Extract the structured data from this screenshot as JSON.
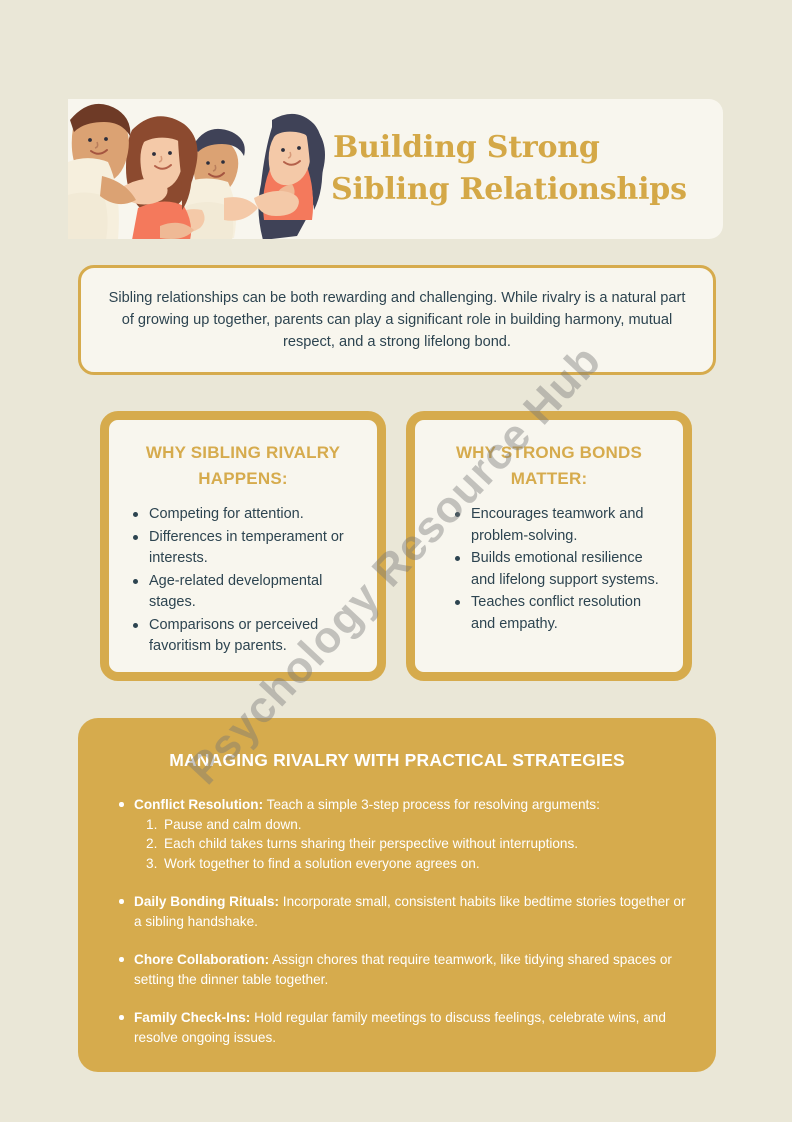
{
  "page": {
    "background_color": "#eae7d7",
    "accent_gold": "#d6ab4d",
    "title_gold": "#d4a847",
    "card_background": "#f8f6ee",
    "body_text_color": "#2d4450"
  },
  "watermark": {
    "text": "Psychology Resource Hub"
  },
  "header": {
    "title_line1": "Building Strong",
    "title_line2": "Sibling Relationships",
    "illustration_name": "family-of-four-illustration"
  },
  "intro": {
    "paragraph": "Sibling relationships can be both rewarding and challenging. While rivalry is a natural part of growing up together, parents can play a significant role in building harmony, mutual respect, and a strong lifelong bond."
  },
  "cards": [
    {
      "title": "WHY SIBLING RIVALRY HAPPENS:",
      "items": [
        "Competing for attention.",
        "Differences in temperament or interests.",
        "Age-related developmental stages.",
        "Comparisons or perceived favoritism by parents."
      ]
    },
    {
      "title": "WHY STRONG BONDS MATTER:",
      "items": [
        "Encourages teamwork and problem-solving.",
        "Builds emotional resilience and lifelong support systems.",
        "Teaches conflict resolution and empathy."
      ]
    }
  ],
  "strategies": {
    "title": "MANAGING RIVALRY WITH PRACTICAL STRATEGIES",
    "items": [
      {
        "label": "Conflict Resolution:",
        "text": " Teach a simple 3-step process for resolving arguments:",
        "substeps": [
          "Pause and calm down.",
          "Each child takes turns sharing their perspective without interruptions.",
          "Work together to find a solution everyone agrees on."
        ]
      },
      {
        "label": "Daily Bonding Rituals:",
        "text": " Incorporate small, consistent habits like bedtime stories together or a sibling handshake.",
        "substeps": []
      },
      {
        "label": "Chore Collaboration:",
        "text": " Assign chores that require teamwork, like tidying shared spaces or setting the dinner table together.",
        "substeps": []
      },
      {
        "label": "Family Check-Ins:",
        "text": " Hold regular family meetings to discuss feelings, celebrate wins, and resolve ongoing issues.",
        "substeps": []
      }
    ]
  }
}
